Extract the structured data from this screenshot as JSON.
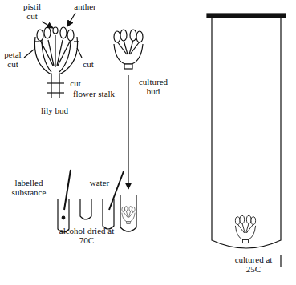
{
  "diagram": {
    "labels": [
      "pistil cut",
      "anther",
      "petal cut",
      "cut",
      "cut",
      "flower stalk",
      "lily bud",
      "cultured bud",
      "labelled substance",
      "alcohol dried at 70C",
      "water",
      "cultured at 25C"
    ]
  }
}
